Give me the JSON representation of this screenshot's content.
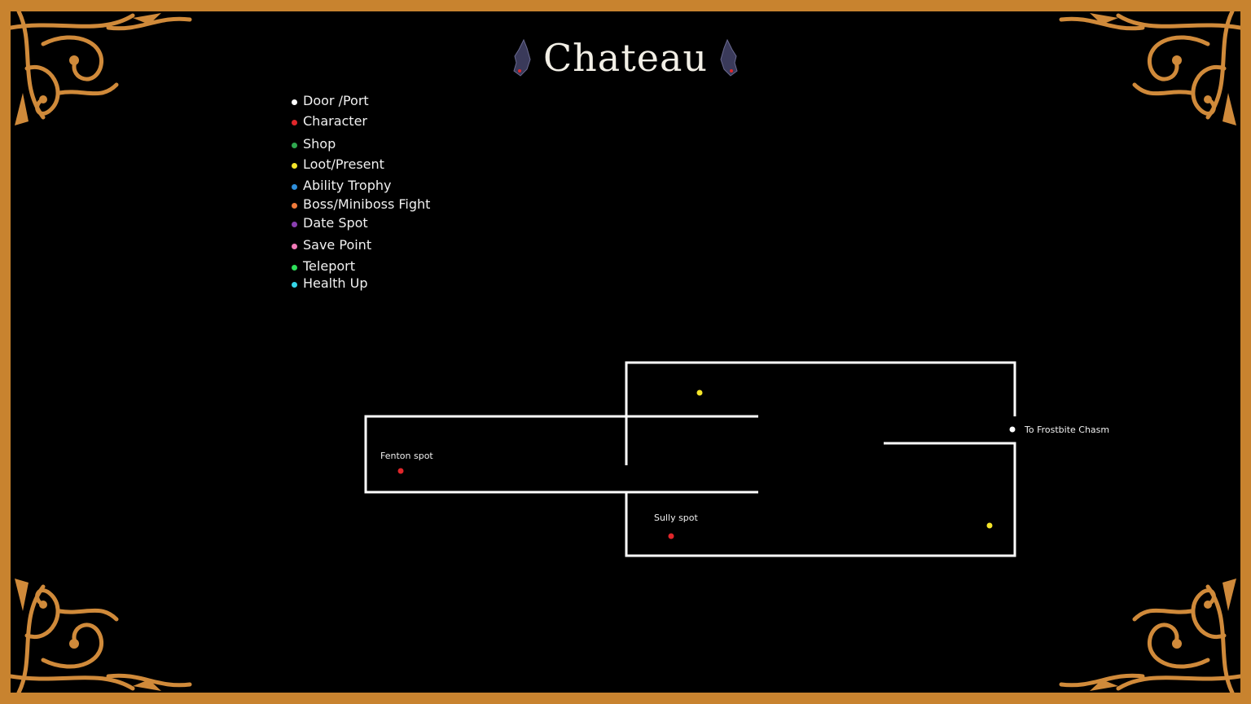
{
  "title": "Chateau",
  "legend": [
    {
      "label": "Door /Port",
      "color": "#ffffff"
    },
    {
      "label": "Character",
      "color": "#e0262a"
    },
    {
      "label": "Shop",
      "color": "#2fa84f"
    },
    {
      "label": "Loot/Present",
      "color": "#f5e52a"
    },
    {
      "label": "Ability Trophy",
      "color": "#2f8fdc"
    },
    {
      "label": "Boss/Miniboss Fight",
      "color": "#f07a3a"
    },
    {
      "label": "Date Spot",
      "color": "#8a3fb0"
    },
    {
      "label": "Save Point",
      "color": "#f27ab8"
    },
    {
      "label": "Teleport",
      "color": "#2ee05a"
    },
    {
      "label": "Health Up",
      "color": "#35d6e8"
    }
  ],
  "map_labels": {
    "fenton": "Fenton spot",
    "sully": "Sully spot",
    "exit": "To Frostbite Chasm"
  },
  "colors": {
    "border": "#c8832f",
    "background": "#000000",
    "walls": "#ffffff",
    "ornament": "#d08a3a"
  }
}
